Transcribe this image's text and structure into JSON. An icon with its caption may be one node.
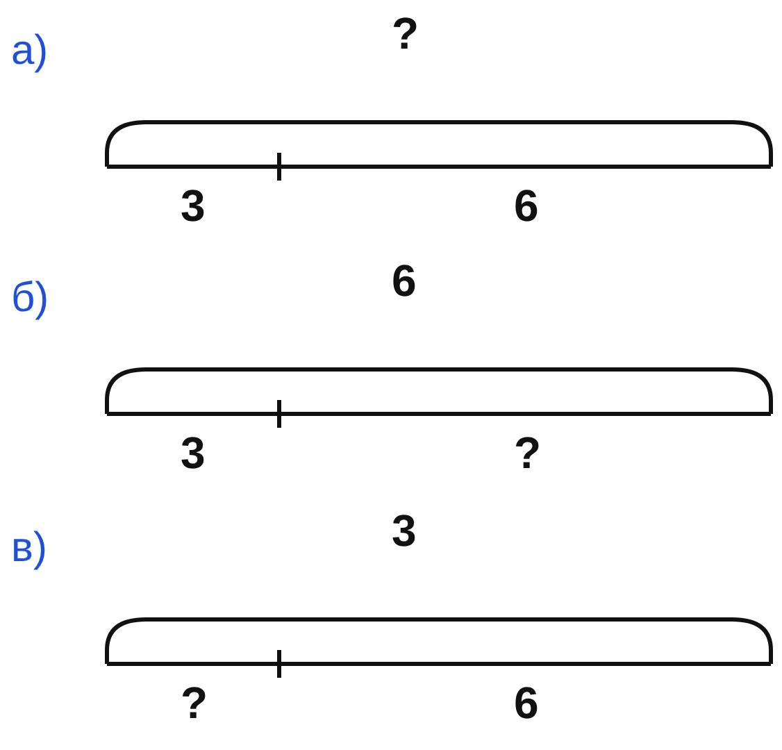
{
  "diagram": {
    "labels": [
      "а)",
      "?",
      "3",
      "6",
      "б)",
      "6",
      "3",
      "?",
      "в)",
      "3",
      "?",
      "6"
    ]
  }
}
